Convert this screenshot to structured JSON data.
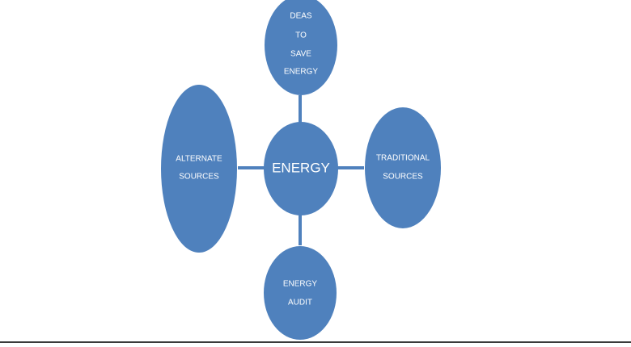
{
  "diagram": {
    "center": {
      "label": "ENERGY"
    },
    "top": {
      "lines": [
        "DEAS",
        "TO",
        "SAVE",
        "ENERGY"
      ]
    },
    "left": {
      "lines": [
        "ALTERNATE",
        "SOURCES"
      ]
    },
    "right": {
      "lines": [
        "TRADITIONAL",
        "SOURCES"
      ]
    },
    "bottom": {
      "lines": [
        "ENERGY",
        "AUDIT"
      ]
    }
  },
  "colors": {
    "node_fill": "#4f81bd",
    "connector": "#4f81bd",
    "node_text": "#ffffff",
    "baseline": "#3a3a3a"
  }
}
